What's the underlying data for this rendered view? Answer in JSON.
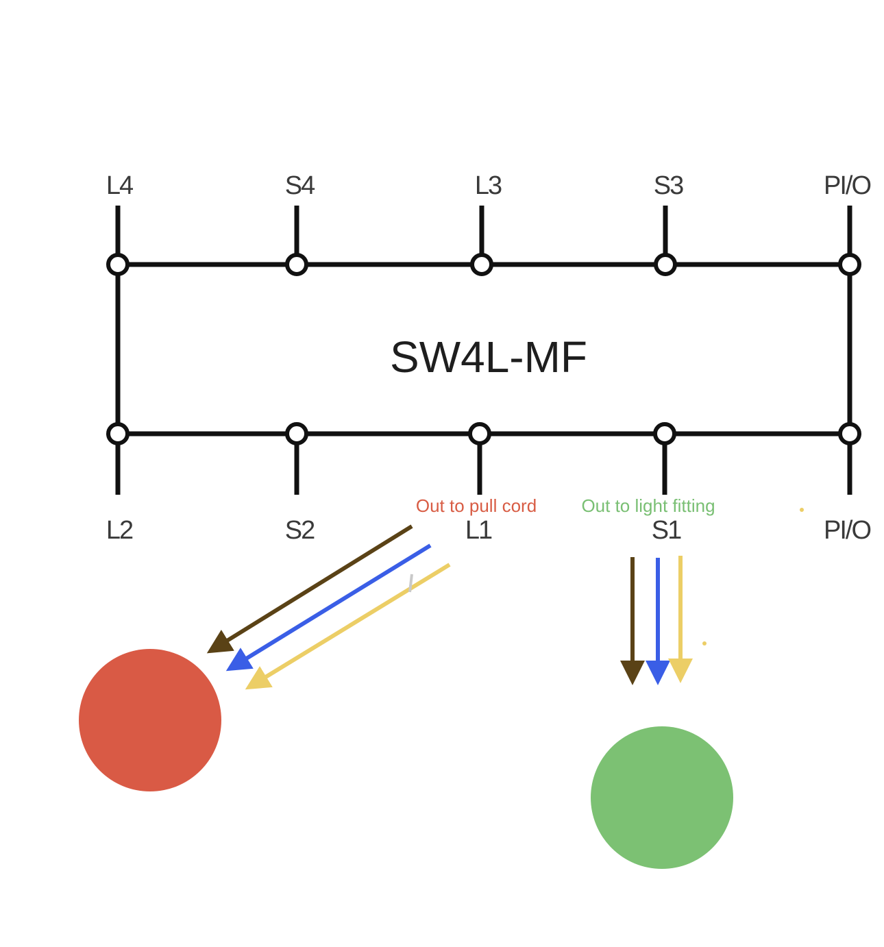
{
  "device": {
    "model": "SW4L-MF",
    "top_terminals": [
      "L4",
      "S4",
      "L3",
      "S3",
      "PI/O"
    ],
    "bottom_terminals": [
      "L2",
      "S2",
      "L1",
      "S1",
      "PI/O"
    ]
  },
  "annotations": {
    "pull_cord": {
      "text": "Out to pull cord",
      "color": "#d85c44"
    },
    "light_fitting": {
      "text": "Out to light fitting",
      "color": "#79bf73"
    }
  },
  "wire_colors": {
    "brown": "#5a4216",
    "blue": "#3a5ee6",
    "yellow": "#ecce66"
  },
  "targets": {
    "pull_cord_circle_color": "#d95a45",
    "light_fitting_circle_color": "#7cc173"
  }
}
